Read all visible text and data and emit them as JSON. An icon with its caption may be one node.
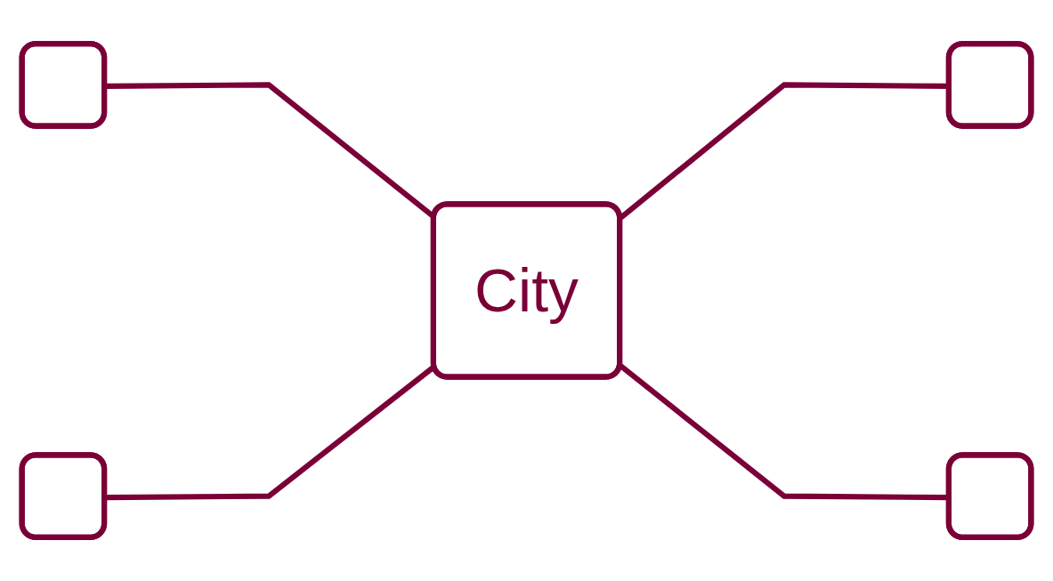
{
  "diagram": {
    "nodes": [
      {
        "text": [],
        "shape": "box"
      },
      {
        "text": [],
        "shape": "box"
      },
      {
        "text": [
          "City"
        ]
      },
      {
        "text": [],
        "shape": "box"
      },
      {
        "text": [],
        "shape": "box"
      }
    ],
    "edges": [
      {
        "from": 0,
        "to": 2,
        "arrow": "none"
      },
      {
        "from": 3,
        "to": 2,
        "arrow": "none"
      },
      {
        "from": 2,
        "to": 1,
        "arrow": "none"
      },
      {
        "from": 2,
        "to": 4,
        "arrow": "none"
      }
    ]
  }
}
